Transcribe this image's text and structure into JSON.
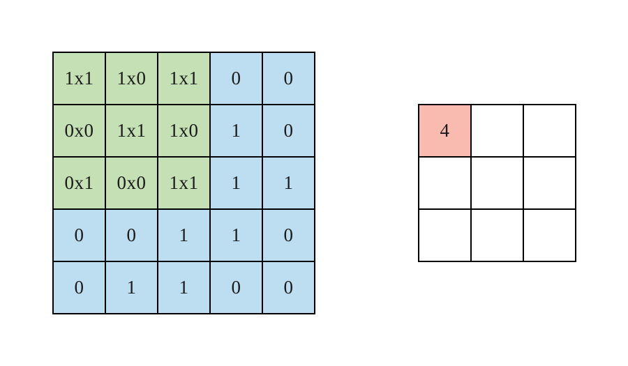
{
  "diagram": {
    "description": "2D convolution step: 3x3 kernel applied to top-left of 5x5 input producing first output value",
    "colors": {
      "kernel_overlay_fill": "#C5E0B5",
      "input_fill": "#BDDEF0",
      "output_highlight_fill": "#F9BBAF",
      "output_empty_fill": "#FFFFFF",
      "grid_line": "#000000",
      "background": "#FFFFFF",
      "text": "#1A1A1A"
    },
    "input_matrix": {
      "rows": [
        [
          "1x1",
          "1x0",
          "1x1",
          "0",
          "0"
        ],
        [
          "0x0",
          "1x1",
          "1x0",
          "1",
          "0"
        ],
        [
          "0x1",
          "0x0",
          "1x1",
          "1",
          "1"
        ],
        [
          "0",
          "0",
          "1",
          "1",
          "0"
        ],
        [
          "0",
          "1",
          "1",
          "0",
          "0"
        ]
      ],
      "kernel_region": {
        "row_start": 0,
        "row_end": 2,
        "col_start": 0,
        "col_end": 2
      }
    },
    "output_matrix": {
      "rows": [
        [
          "4",
          "",
          ""
        ],
        [
          "",
          "",
          ""
        ],
        [
          "",
          "",
          ""
        ]
      ],
      "highlighted_cell": {
        "row": 0,
        "col": 0
      }
    }
  }
}
